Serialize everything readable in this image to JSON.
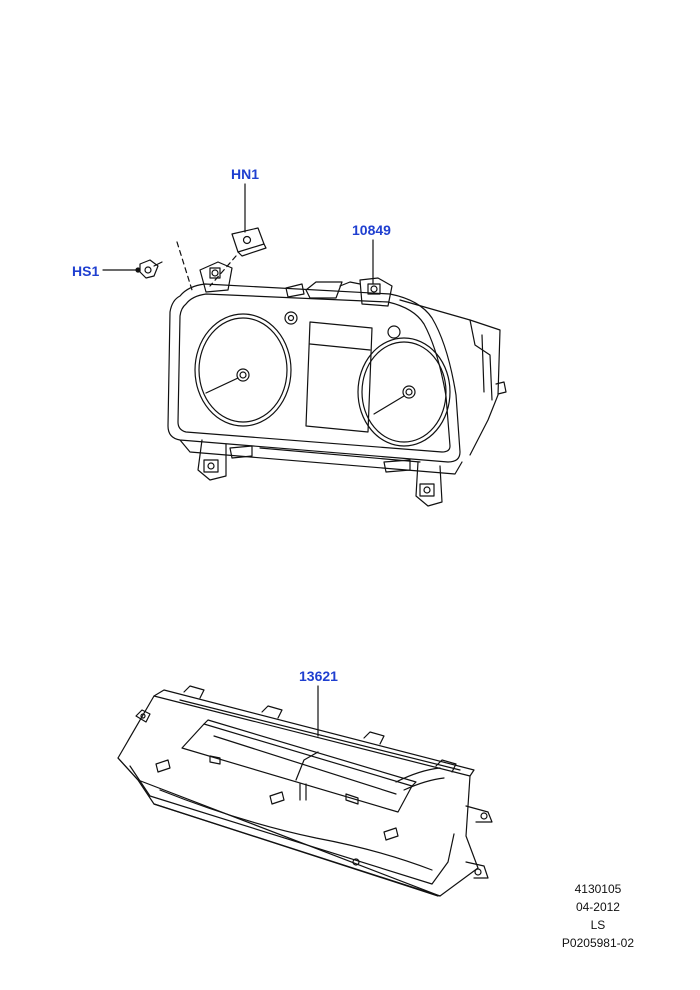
{
  "callouts": {
    "hn1": "HN1",
    "hs1": "HS1",
    "p10849": "10849",
    "p13621": "13621"
  },
  "footer": {
    "code": "4130105",
    "date": "04-2012",
    "model": "LS",
    "ref": "P0205981-02"
  },
  "colors": {
    "callout": "#1f3fd0",
    "line": "#111111",
    "background": "#ffffff"
  }
}
